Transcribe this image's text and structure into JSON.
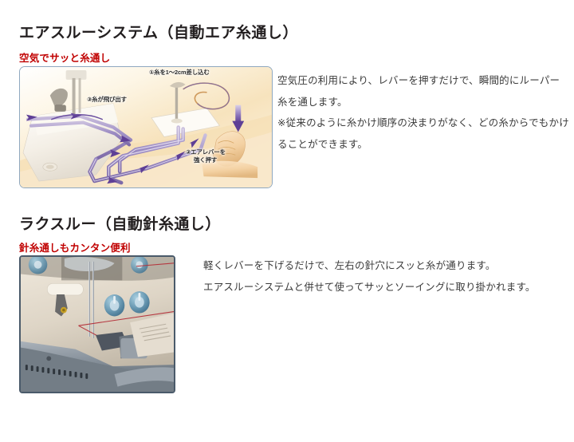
{
  "sections": [
    {
      "title": "エアスルーシステム（自動エア糸通し）",
      "subtitle": "空気でサッと糸通し",
      "figure_name": "air-threading-diagram",
      "paragraphs": [
        "空気圧の利用により、レバーを押すだけで、瞬間的にルーパー糸を通します。",
        "※従来のように糸かけ順序の決まりがなく、どの糸からでもかけることができます。"
      ],
      "callouts": [
        {
          "id": "step1",
          "text": "①糸を1～2cm差し込む"
        },
        {
          "id": "step3",
          "text": "③糸が飛び出す"
        },
        {
          "id": "step2_line1",
          "text": "②エアレバーを"
        },
        {
          "id": "step2_line2",
          "text": "強く押す"
        }
      ]
    },
    {
      "title": "ラクスルー（自動針糸通し）",
      "subtitle": "針糸通しもカンタン便利",
      "figure_name": "needle-threader-photo",
      "paragraphs": [
        "軽くレバーを下げるだけで、左右の針穴にスッと糸が通ります。",
        "エアスルーシステムと併せて使ってサッとソーイングに取り掛かれます。"
      ]
    }
  ],
  "colors": {
    "heading": "#231f20",
    "subheading_red": "#c00000",
    "body_text": "#3a3a3a",
    "diagram_border": "#8fa8c0",
    "photo_border": "#4a5a6a",
    "tube_purple": "#8b7ab5",
    "arrow_purple": "#6b4fa0",
    "diagram_bg_cream": "#f6e6c8",
    "page_bg": "#ffffff"
  }
}
